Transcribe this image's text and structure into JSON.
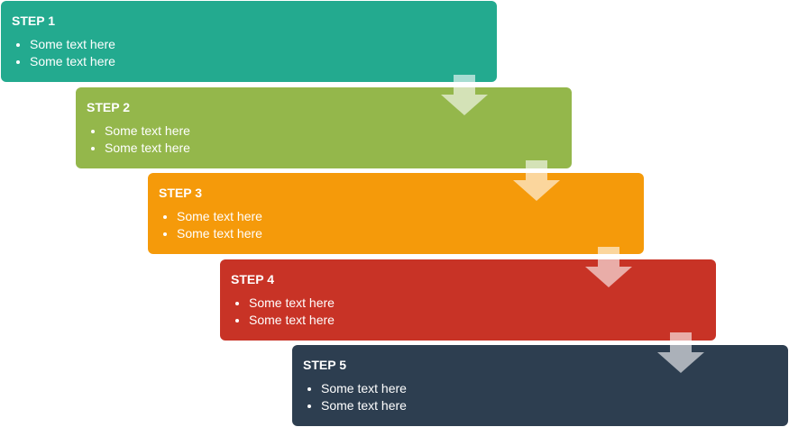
{
  "steps": [
    {
      "title": "STEP 1",
      "items": [
        "Some text here",
        "Some text here"
      ],
      "color": "#23AA8F"
    },
    {
      "title": "STEP 2",
      "items": [
        "Some text here",
        "Some text here"
      ],
      "color": "#94B74B"
    },
    {
      "title": "STEP 3",
      "items": [
        "Some text here",
        "Some text here"
      ],
      "color": "#F59A0A"
    },
    {
      "title": "STEP 4",
      "items": [
        "Some text here",
        "Some text here"
      ],
      "color": "#C83326"
    },
    {
      "title": "STEP 5",
      "items": [
        "Some text here",
        "Some text here"
      ],
      "color": "#2D3E50"
    }
  ],
  "arrows": [
    {
      "icon": "arrow-down-icon"
    },
    {
      "icon": "arrow-down-icon"
    },
    {
      "icon": "arrow-down-icon"
    },
    {
      "icon": "arrow-down-icon"
    }
  ]
}
